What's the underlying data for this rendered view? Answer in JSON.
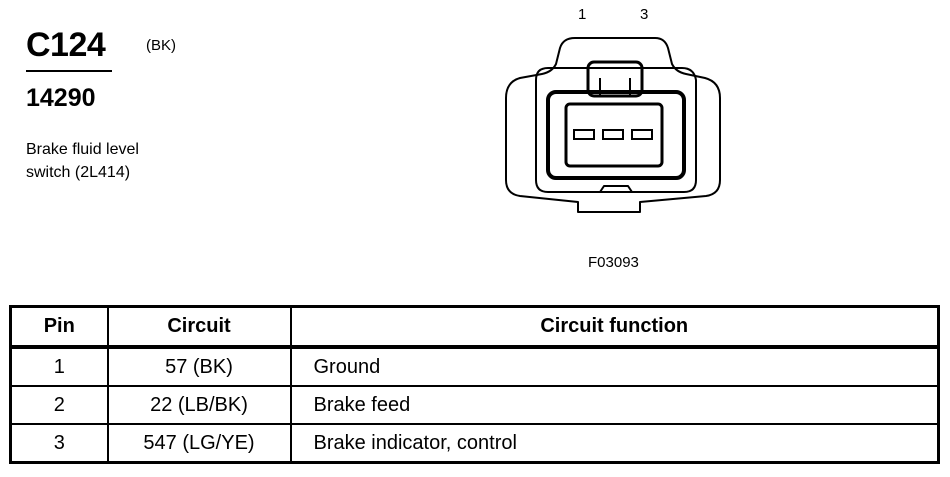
{
  "header": {
    "connector_id": "C124",
    "color_code": "(BK)",
    "part_number": "14290",
    "description_lines": [
      "Brake fluid level",
      "switch (2L414)"
    ]
  },
  "connector_view": {
    "pin_labels": [
      "1",
      "3"
    ],
    "figure_id": "F03093",
    "terminal_count": 3
  },
  "pin_table": {
    "headers": [
      "Pin",
      "Circuit",
      "Circuit function"
    ],
    "rows": [
      {
        "pin": "1",
        "circuit": "57 (BK)",
        "function": "Ground"
      },
      {
        "pin": "2",
        "circuit": "22 (LB/BK)",
        "function": "Brake feed"
      },
      {
        "pin": "3",
        "circuit": "547 (LG/YE)",
        "function": "Brake indicator, control"
      }
    ]
  }
}
